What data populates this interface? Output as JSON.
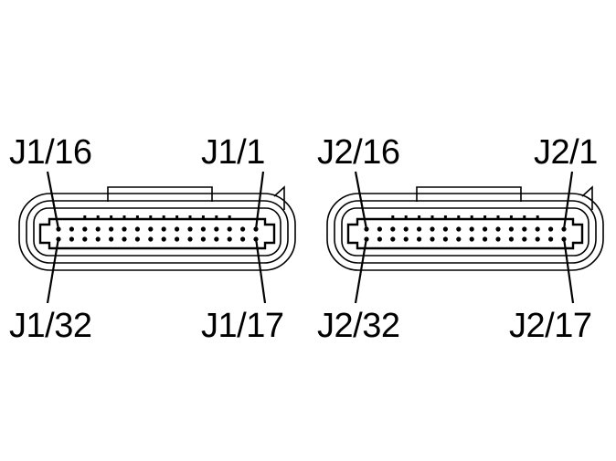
{
  "connectors": [
    {
      "id": "J1",
      "labels": {
        "top_left": "J1/16",
        "top_right": "J1/1",
        "bottom_left": "J1/32",
        "bottom_right": "J1/17"
      },
      "pins_per_row": 16
    },
    {
      "id": "J2",
      "labels": {
        "top_left": "J2/16",
        "top_right": "J2/1",
        "bottom_left": "J2/32",
        "bottom_right": "J2/17"
      },
      "pins_per_row": 16
    }
  ]
}
